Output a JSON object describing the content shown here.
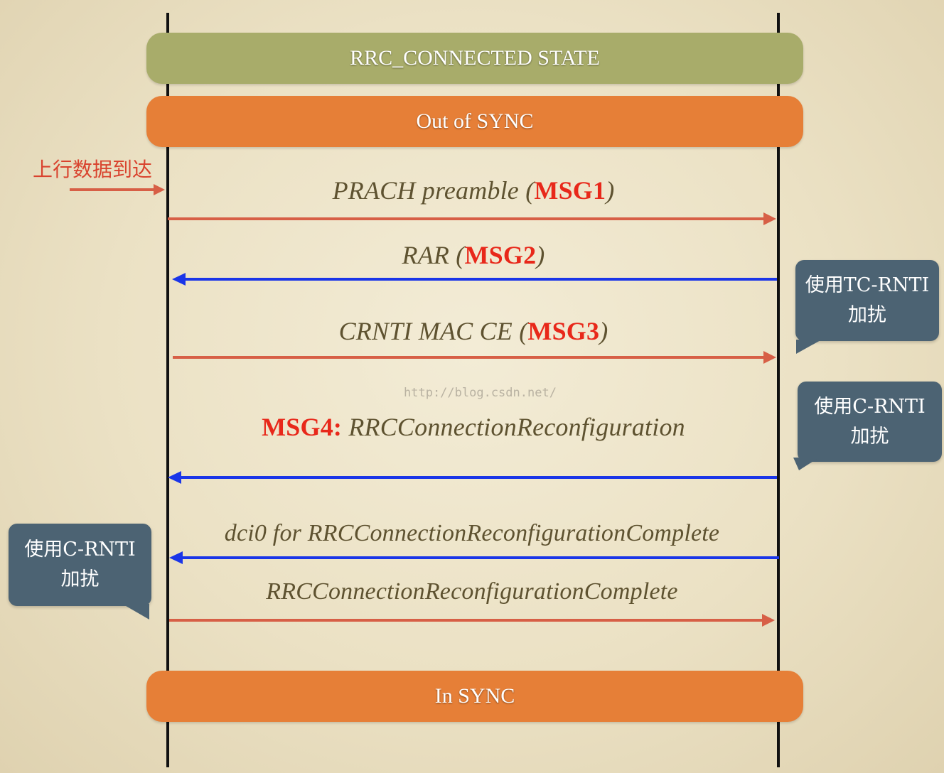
{
  "bands": {
    "connected_state": "RRC_CONNECTED STATE",
    "out_of_sync": "Out of SYNC",
    "in_sync": "In SYNC"
  },
  "arrival_label": "上行数据到达",
  "messages": {
    "msg1": {
      "text": "PRACH preamble (",
      "tag": "MSG1",
      "close": ")"
    },
    "msg2": {
      "text": "RAR (",
      "tag": "MSG2",
      "close": ")"
    },
    "msg3": {
      "text": "CRNTI MAC CE (",
      "tag": "MSG3",
      "close": ")"
    },
    "msg4": {
      "tag": "MSG4:",
      "text": " RRCConnectionReconfiguration"
    },
    "dci0": "dci0 for RRCConnectionReconfigurationComplete",
    "complete": "RRCConnectionReconfigurationComplete"
  },
  "watermark": "http://blog.csdn.net/",
  "callouts": {
    "tc_rnti": {
      "line1": "使用TC-RNTI",
      "line2": "加扰"
    },
    "c_rnti_right": {
      "line1": "使用C-RNTI",
      "line2": "加扰"
    },
    "c_rnti_left": {
      "line1": "使用C-RNTI",
      "line2": "加扰"
    }
  },
  "colors": {
    "state_band": "#a8ac6a",
    "sync_band": "#e67f37",
    "uplink_arrow": "#d75f46",
    "downlink_arrow": "#1a35e8",
    "msg_tag": "#e8281a",
    "callout": "#4c6373"
  }
}
